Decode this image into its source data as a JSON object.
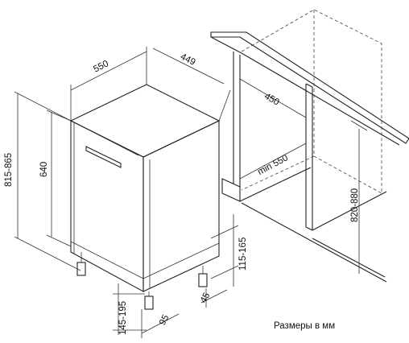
{
  "dimensions": {
    "width": "550",
    "depth": "449",
    "height_range": "815-865",
    "door_height": "640",
    "niche_depth": "450",
    "niche_width_min": "min 550",
    "niche_height": "820-880",
    "plinth_height": "115-165",
    "plinth_offset": "45",
    "leg_range": "145-195",
    "leg_offset": "95"
  },
  "caption": "Размеры в мм"
}
